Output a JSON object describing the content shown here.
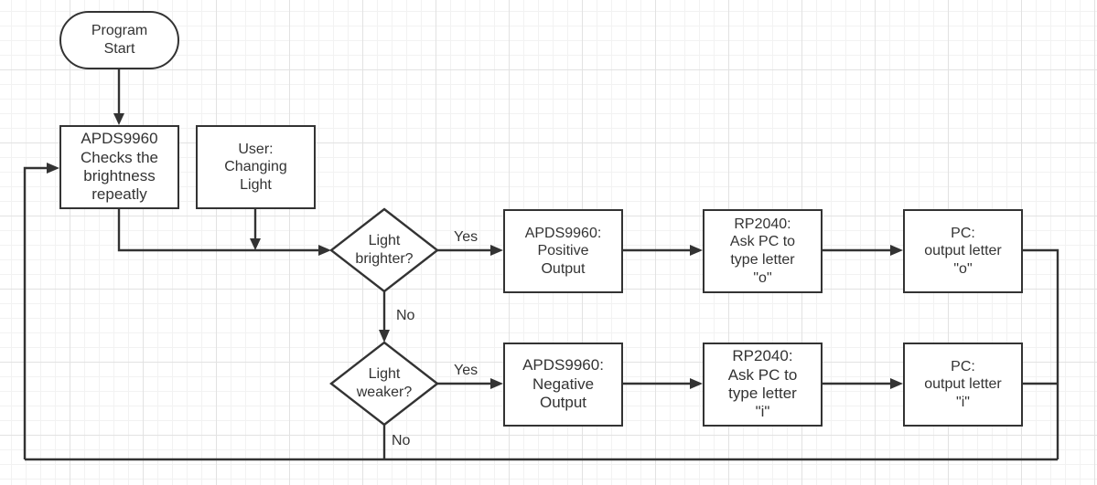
{
  "nodes": {
    "start": "Program\nStart",
    "check": "APDS9960\nChecks the\nbrightness\nrepeatly",
    "user": "User:\nChanging\nLight",
    "brighter": "Light\nbrighter?",
    "weaker": "Light\nweaker?",
    "positive": "APDS9960:\nPositive\nOutput",
    "negative": "APDS9960:\nNegative\nOutput",
    "rp_o": "RP2040:\nAsk PC to\ntype letter\n\"o\"",
    "rp_i": "RP2040:\nAsk PC to\ntype letter\n\"i\"",
    "pc_o": "PC:\noutput letter\n\"o\"",
    "pc_i": "PC:\noutput letter\n\"i\""
  },
  "edge_labels": {
    "brighter_yes": "Yes",
    "brighter_no": "No",
    "weaker_yes": "Yes",
    "weaker_no": "No"
  }
}
